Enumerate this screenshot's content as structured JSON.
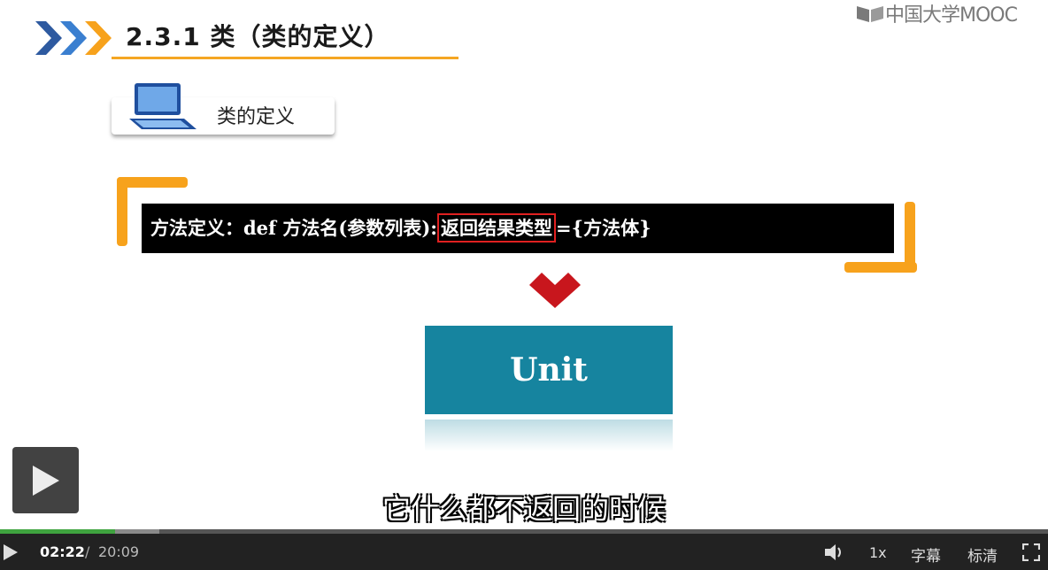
{
  "slide": {
    "title": "2.3.1  类（类的定义）",
    "logo": "中国大学MOOC",
    "section_label": "类的定义",
    "code": {
      "prefix": "方法定义：def 方法名(参数列表):",
      "highlight": "返回结果类型",
      "suffix": "={方法体}"
    },
    "unit_label": "Unit"
  },
  "subtitle": "它什么都不返回的时候",
  "player": {
    "current_time": "02:22",
    "separator": "/",
    "total_time": "20:09",
    "progress_fraction": 0.11,
    "buffered_fraction": 0.152,
    "speed_label": "1x",
    "captions_label": "字幕",
    "quality_label": "标清"
  },
  "colors": {
    "accent_orange": "#f7a21c",
    "chevron_blue": "#2e5aa0",
    "unit_teal": "#16849f",
    "highlight_red": "#e02020",
    "progress_green": "#3fa33f"
  }
}
